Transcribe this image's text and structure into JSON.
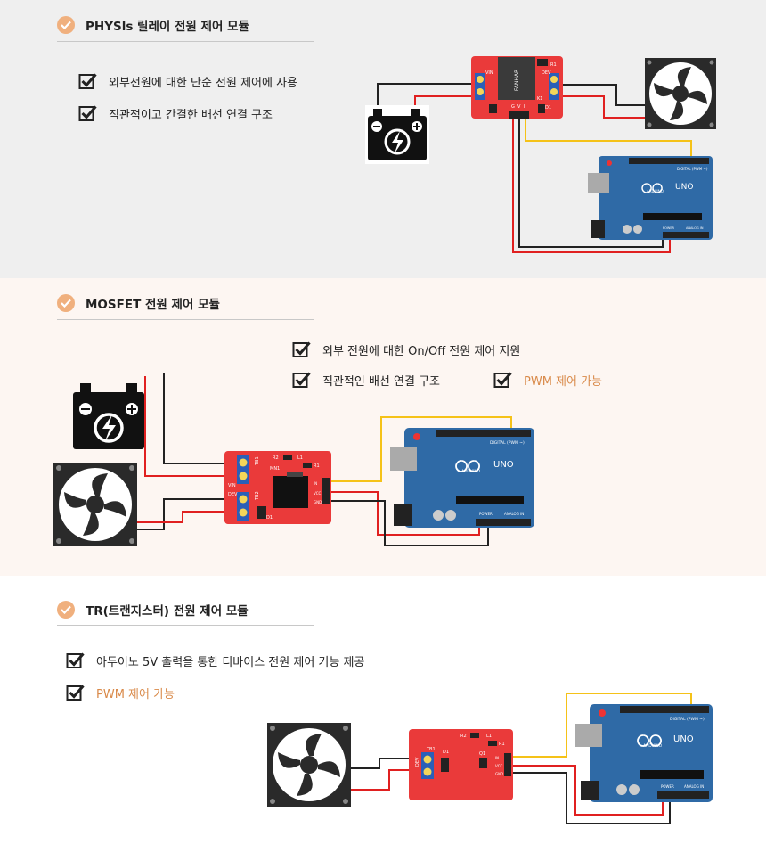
{
  "sections": [
    {
      "title": "PHYSls 릴레이 전원 제어 모듈",
      "bullets": [
        "외부전원에 대한 단순 전원 제어에 사용",
        "직관적이고 간결한 배선 연결 구조"
      ]
    },
    {
      "title": "MOSFET 전원 제어 모듈",
      "bullets": [
        "외부 전원에 대한 On/Off 전원 제어 지원",
        "직관적인 배선 연결 구조",
        "PWM 제어 가능"
      ]
    },
    {
      "title": "TR(트랜지스터) 전원 제어 모듈",
      "bullets": [
        "아두이노 5V 출력을 통한 디바이스 전원 제어 기능 제공",
        "PWM 제어 가능"
      ]
    }
  ],
  "colors": {
    "accent": "#f0b07e",
    "orange_text": "#d98a4a",
    "module_red": "#ea3a3a",
    "arduino_blue": "#2f6aa6",
    "wire_yellow": "#f5c218"
  },
  "icons": [
    "check-circle-icon",
    "checkbox-icon",
    "battery-icon",
    "fan-icon"
  ],
  "board": {
    "uno": "UNO",
    "arduino": "ARDUINO",
    "digital": "DIGITAL (PWM ~)",
    "power": "POWER",
    "analog": "ANALOG IN"
  },
  "relay": {
    "vin": "VIN",
    "dev": "DEV",
    "r1": "R1",
    "d1": "D1",
    "k1": "K1",
    "pins": [
      "G",
      "V",
      "I"
    ],
    "brand": "FANHAR"
  },
  "mosfet": {
    "tb1": "TB1",
    "tb2": "TB2",
    "mn1": "MN1",
    "r1": "R1",
    "r2": "R2",
    "l1": "L1",
    "d1": "D1",
    "vin": "VIN",
    "dev": "DEV",
    "pins": [
      "IN",
      "VCC",
      "GND"
    ]
  },
  "transistor": {
    "tb1": "TB1",
    "d1": "D1",
    "q1": "Q1",
    "r1": "R1",
    "r2": "R2",
    "l1": "L1",
    "dev": "DEV",
    "pins": [
      "IN",
      "VCC",
      "GND"
    ]
  }
}
